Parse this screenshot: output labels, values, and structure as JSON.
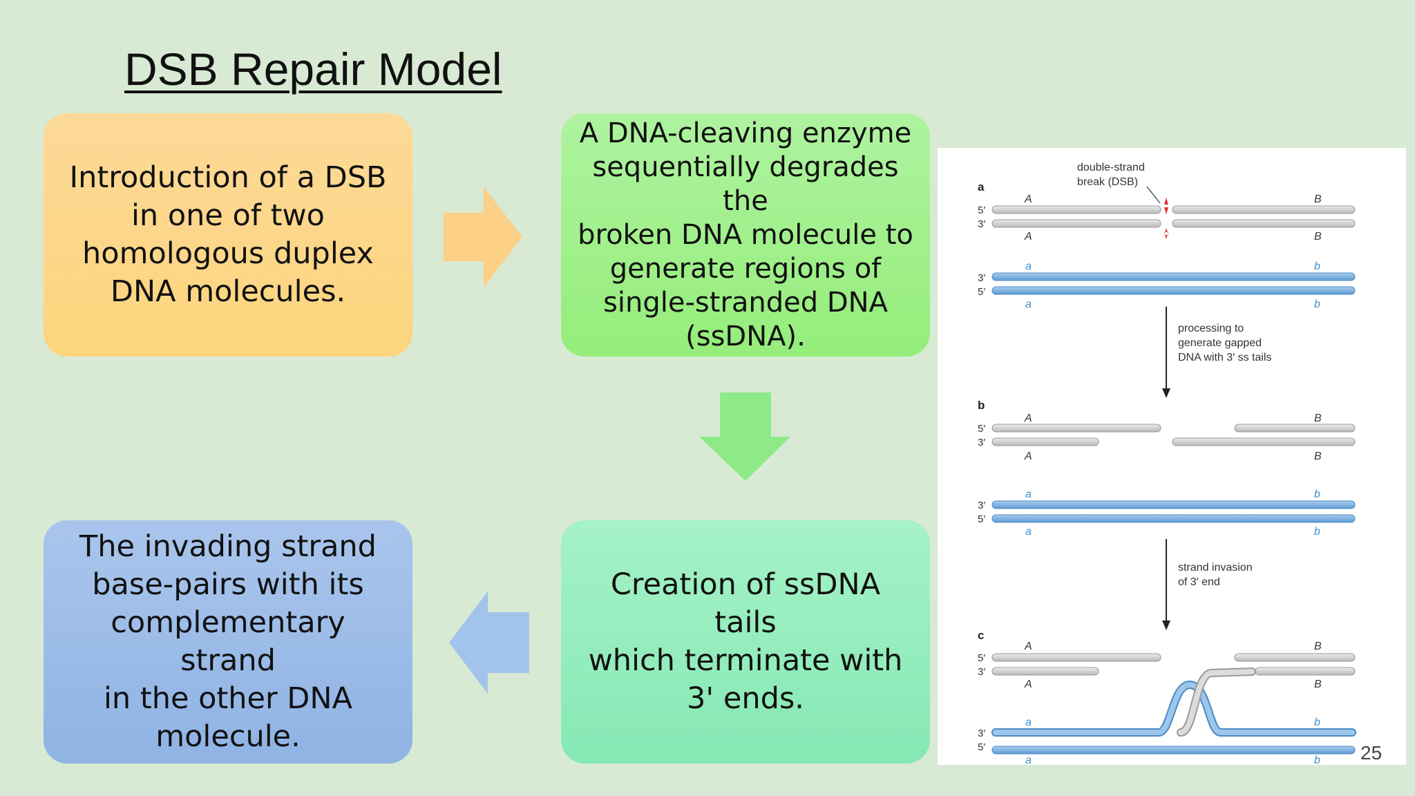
{
  "slide": {
    "title": "DSB Repair Model",
    "page_number": "25"
  },
  "steps": [
    {
      "lines": [
        "Introduction of a DSB",
        "in one of two",
        "homologous duplex",
        "DNA molecules."
      ]
    },
    {
      "lines": [
        "A DNA-cleaving enzyme",
        "sequentially degrades the",
        "broken DNA molecule to",
        "generate regions of",
        "single-stranded DNA",
        "(ssDNA)."
      ]
    },
    {
      "lines": [
        "Creation of ssDNA tails",
        "which terminate with",
        "3' ends."
      ]
    },
    {
      "lines": [
        "The invading strand",
        "base-pairs with its",
        "complementary strand",
        "in the other DNA",
        "molecule."
      ]
    }
  ],
  "figure": {
    "panel_a": "a",
    "panel_b": "b",
    "panel_c": "c",
    "dsb_label_1": "double-strand",
    "dsb_label_2": "break (DSB)",
    "process_1a": "processing to",
    "process_1b": "generate gapped",
    "process_1c": "DNA with 3′ ss tails",
    "process_2a": "strand invasion",
    "process_2b": "of 3′ end",
    "five_prime": "5′",
    "three_prime": "3′",
    "A": "A",
    "B": "B",
    "a": "a",
    "b": "b"
  },
  "colors": {
    "box1": "#fdd57d",
    "box2": "#95ed7a",
    "box3": "#86e8b4",
    "box4": "#8fb3e4",
    "arrow_orange": "#fcd087",
    "arrow_green": "#8eea86",
    "arrow_blue": "#a2c3ec",
    "gray_dna": "#cfcfcf",
    "blue_dna": "#7fb1dd"
  }
}
